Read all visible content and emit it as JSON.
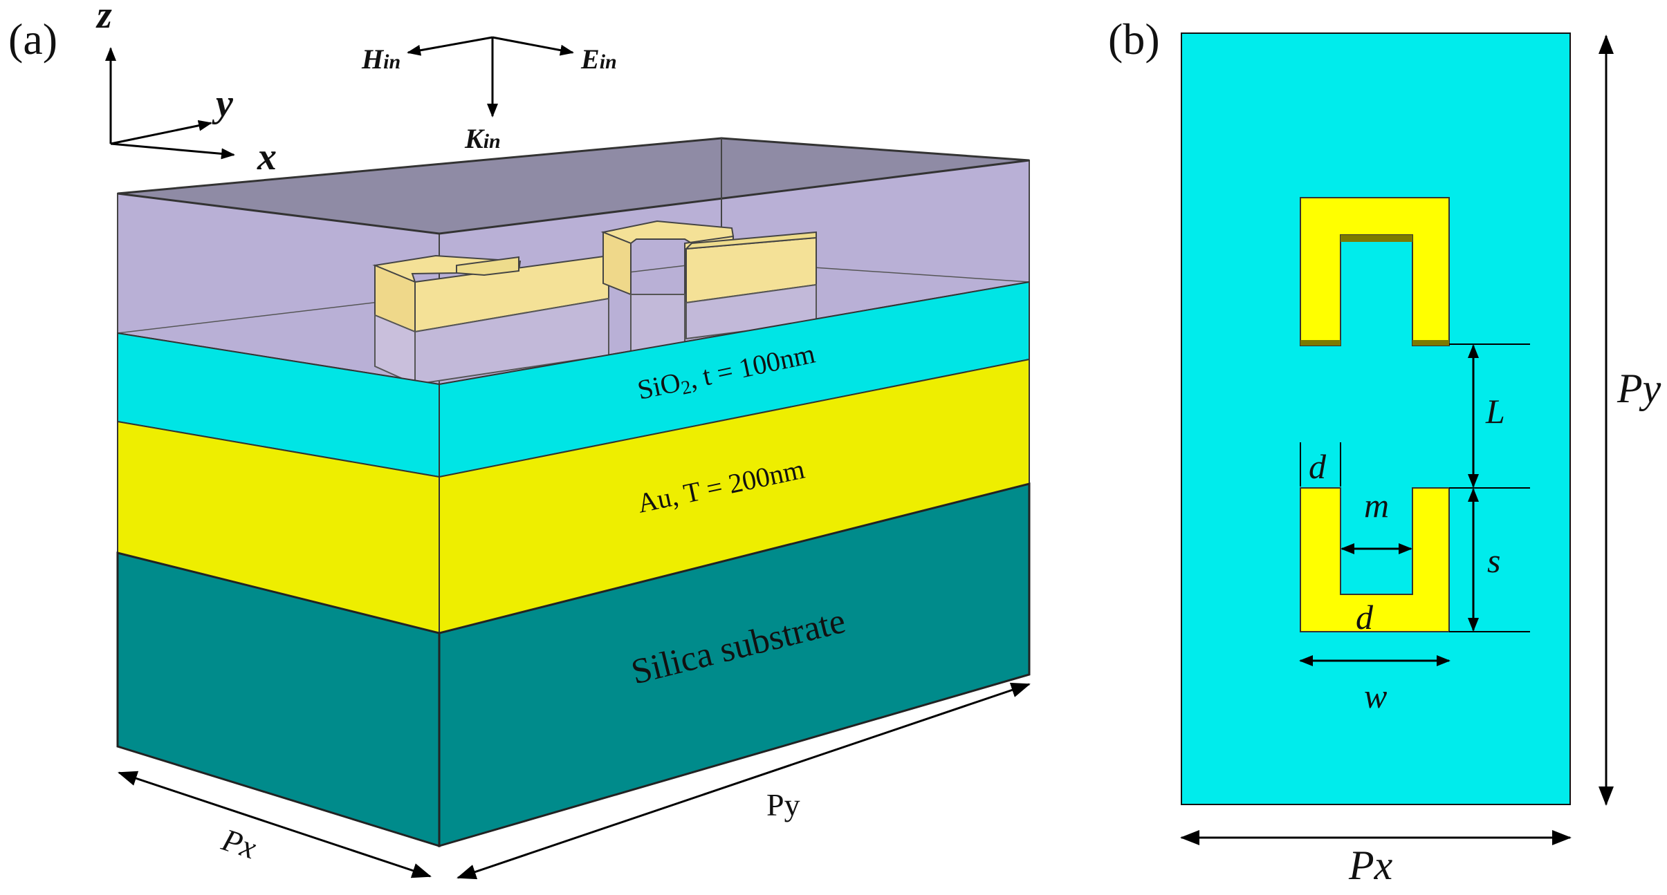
{
  "panel_a": {
    "label": "(a)",
    "axes": {
      "z": "z",
      "y": "y",
      "x": "x"
    },
    "fields": {
      "H": "H",
      "H_sub": "in",
      "E": "E",
      "E_sub": "in",
      "K": "K",
      "K_sub": "in"
    },
    "layers": {
      "sio2": {
        "prefix": "SiO",
        "sub": "2",
        "suffix": ", t = 100nm"
      },
      "au": "Au, T = 200nm",
      "substrate": "Silica substrate"
    },
    "dims": {
      "px": "Px",
      "py": "Py"
    }
  },
  "panel_b": {
    "label": "(b)",
    "params": {
      "L": "L",
      "d_top": "d",
      "m": "m",
      "s": "s",
      "d_bottom": "d",
      "w": "w"
    },
    "dims": {
      "px": "Px",
      "py": "Py"
    }
  },
  "colors": {
    "cover": "#b9b0d6",
    "cover_top": "#8f8ba5",
    "sio2": "#00e5e5",
    "au": "#eeee00",
    "substrate": "#008b8b",
    "resonator": "#f4e197",
    "cell_b": "#00ecec",
    "resonator_b": "#ffff00"
  }
}
